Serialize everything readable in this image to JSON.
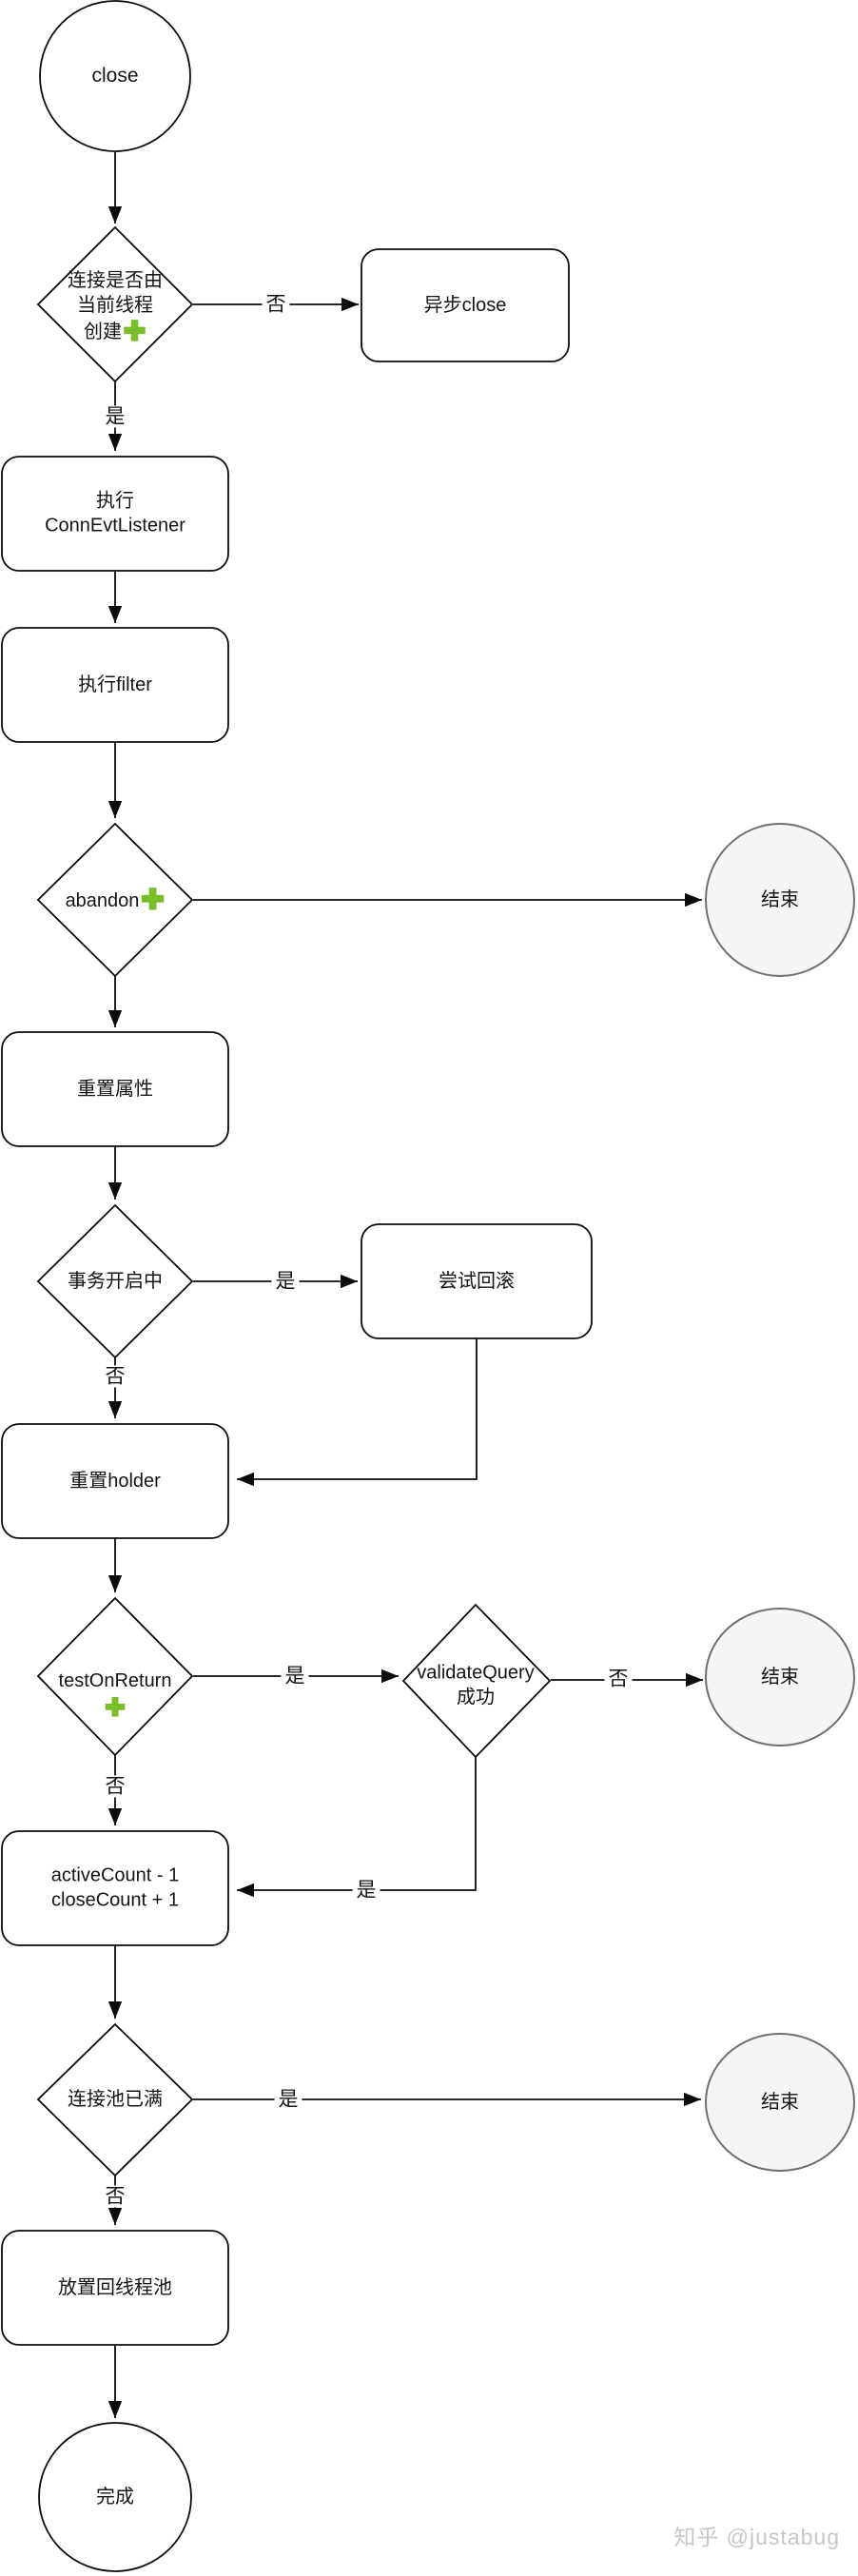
{
  "title": "connection close flowchart",
  "colors": {
    "background": "#ffffff",
    "shape_stroke": "#0b0b0b",
    "shape_fill": "#ffffff",
    "end_node_fill": "#f5f5f6",
    "end_node_stroke": "#6f6f6f",
    "plus_green": "#79bd28",
    "watermark_gray": "#c6c6c6"
  },
  "nodes": {
    "start": {
      "type": "start-circle",
      "label": "close"
    },
    "created_by_thread": {
      "type": "decision",
      "label": "连接是否由\n当前线程\n创建",
      "has_plus": true
    },
    "async_close": {
      "type": "process",
      "label": "异步close"
    },
    "exec_conn_evt_listener": {
      "type": "process",
      "label": "执行\nConnEvtListener"
    },
    "exec_filter": {
      "type": "process",
      "label": "执行filter"
    },
    "abandon": {
      "type": "decision",
      "label": "abandon",
      "has_plus": true
    },
    "end_1": {
      "type": "end-circle",
      "label": "结束"
    },
    "reset_attributes": {
      "type": "process",
      "label": "重置属性"
    },
    "transaction_open": {
      "type": "decision",
      "label": "事务开启中"
    },
    "try_rollback": {
      "type": "process",
      "label": "尝试回滚"
    },
    "reset_holder": {
      "type": "process",
      "label": "重置holder"
    },
    "test_on_return": {
      "type": "decision",
      "label": "testOnReturn",
      "has_plus": true
    },
    "validate_query_success": {
      "type": "decision",
      "label": "validateQuery\n成功"
    },
    "end_2": {
      "type": "end-circle",
      "label": "结束"
    },
    "update_counts": {
      "type": "process",
      "label": "activeCount - 1\ncloseCount + 1"
    },
    "pool_full": {
      "type": "decision",
      "label": "连接池已满"
    },
    "end_3": {
      "type": "end-circle",
      "label": "结束"
    },
    "put_back_to_pool": {
      "type": "process",
      "label": "放置回线程池"
    },
    "done": {
      "type": "end-circle-white",
      "label": "完成"
    }
  },
  "edges": [
    {
      "from": "start",
      "to": "created_by_thread",
      "label": ""
    },
    {
      "from": "created_by_thread",
      "to": "async_close",
      "label": "否"
    },
    {
      "from": "created_by_thread",
      "to": "exec_conn_evt_listener",
      "label": "是"
    },
    {
      "from": "exec_conn_evt_listener",
      "to": "exec_filter",
      "label": ""
    },
    {
      "from": "exec_filter",
      "to": "abandon",
      "label": ""
    },
    {
      "from": "abandon",
      "to": "end_1",
      "label": ""
    },
    {
      "from": "abandon",
      "to": "reset_attributes",
      "label": ""
    },
    {
      "from": "reset_attributes",
      "to": "transaction_open",
      "label": ""
    },
    {
      "from": "transaction_open",
      "to": "try_rollback",
      "label": "是"
    },
    {
      "from": "try_rollback",
      "to": "reset_holder",
      "label": ""
    },
    {
      "from": "transaction_open",
      "to": "reset_holder",
      "label": "否"
    },
    {
      "from": "reset_holder",
      "to": "test_on_return",
      "label": ""
    },
    {
      "from": "test_on_return",
      "to": "validate_query_success",
      "label": "是"
    },
    {
      "from": "validate_query_success",
      "to": "end_2",
      "label": "否"
    },
    {
      "from": "validate_query_success",
      "to": "update_counts",
      "label": "是"
    },
    {
      "from": "test_on_return",
      "to": "update_counts",
      "label": "否"
    },
    {
      "from": "update_counts",
      "to": "pool_full",
      "label": ""
    },
    {
      "from": "pool_full",
      "to": "end_3",
      "label": "是"
    },
    {
      "from": "pool_full",
      "to": "put_back_to_pool",
      "label": "否"
    },
    {
      "from": "put_back_to_pool",
      "to": "done",
      "label": ""
    }
  ],
  "watermark": "知乎 @justabug"
}
